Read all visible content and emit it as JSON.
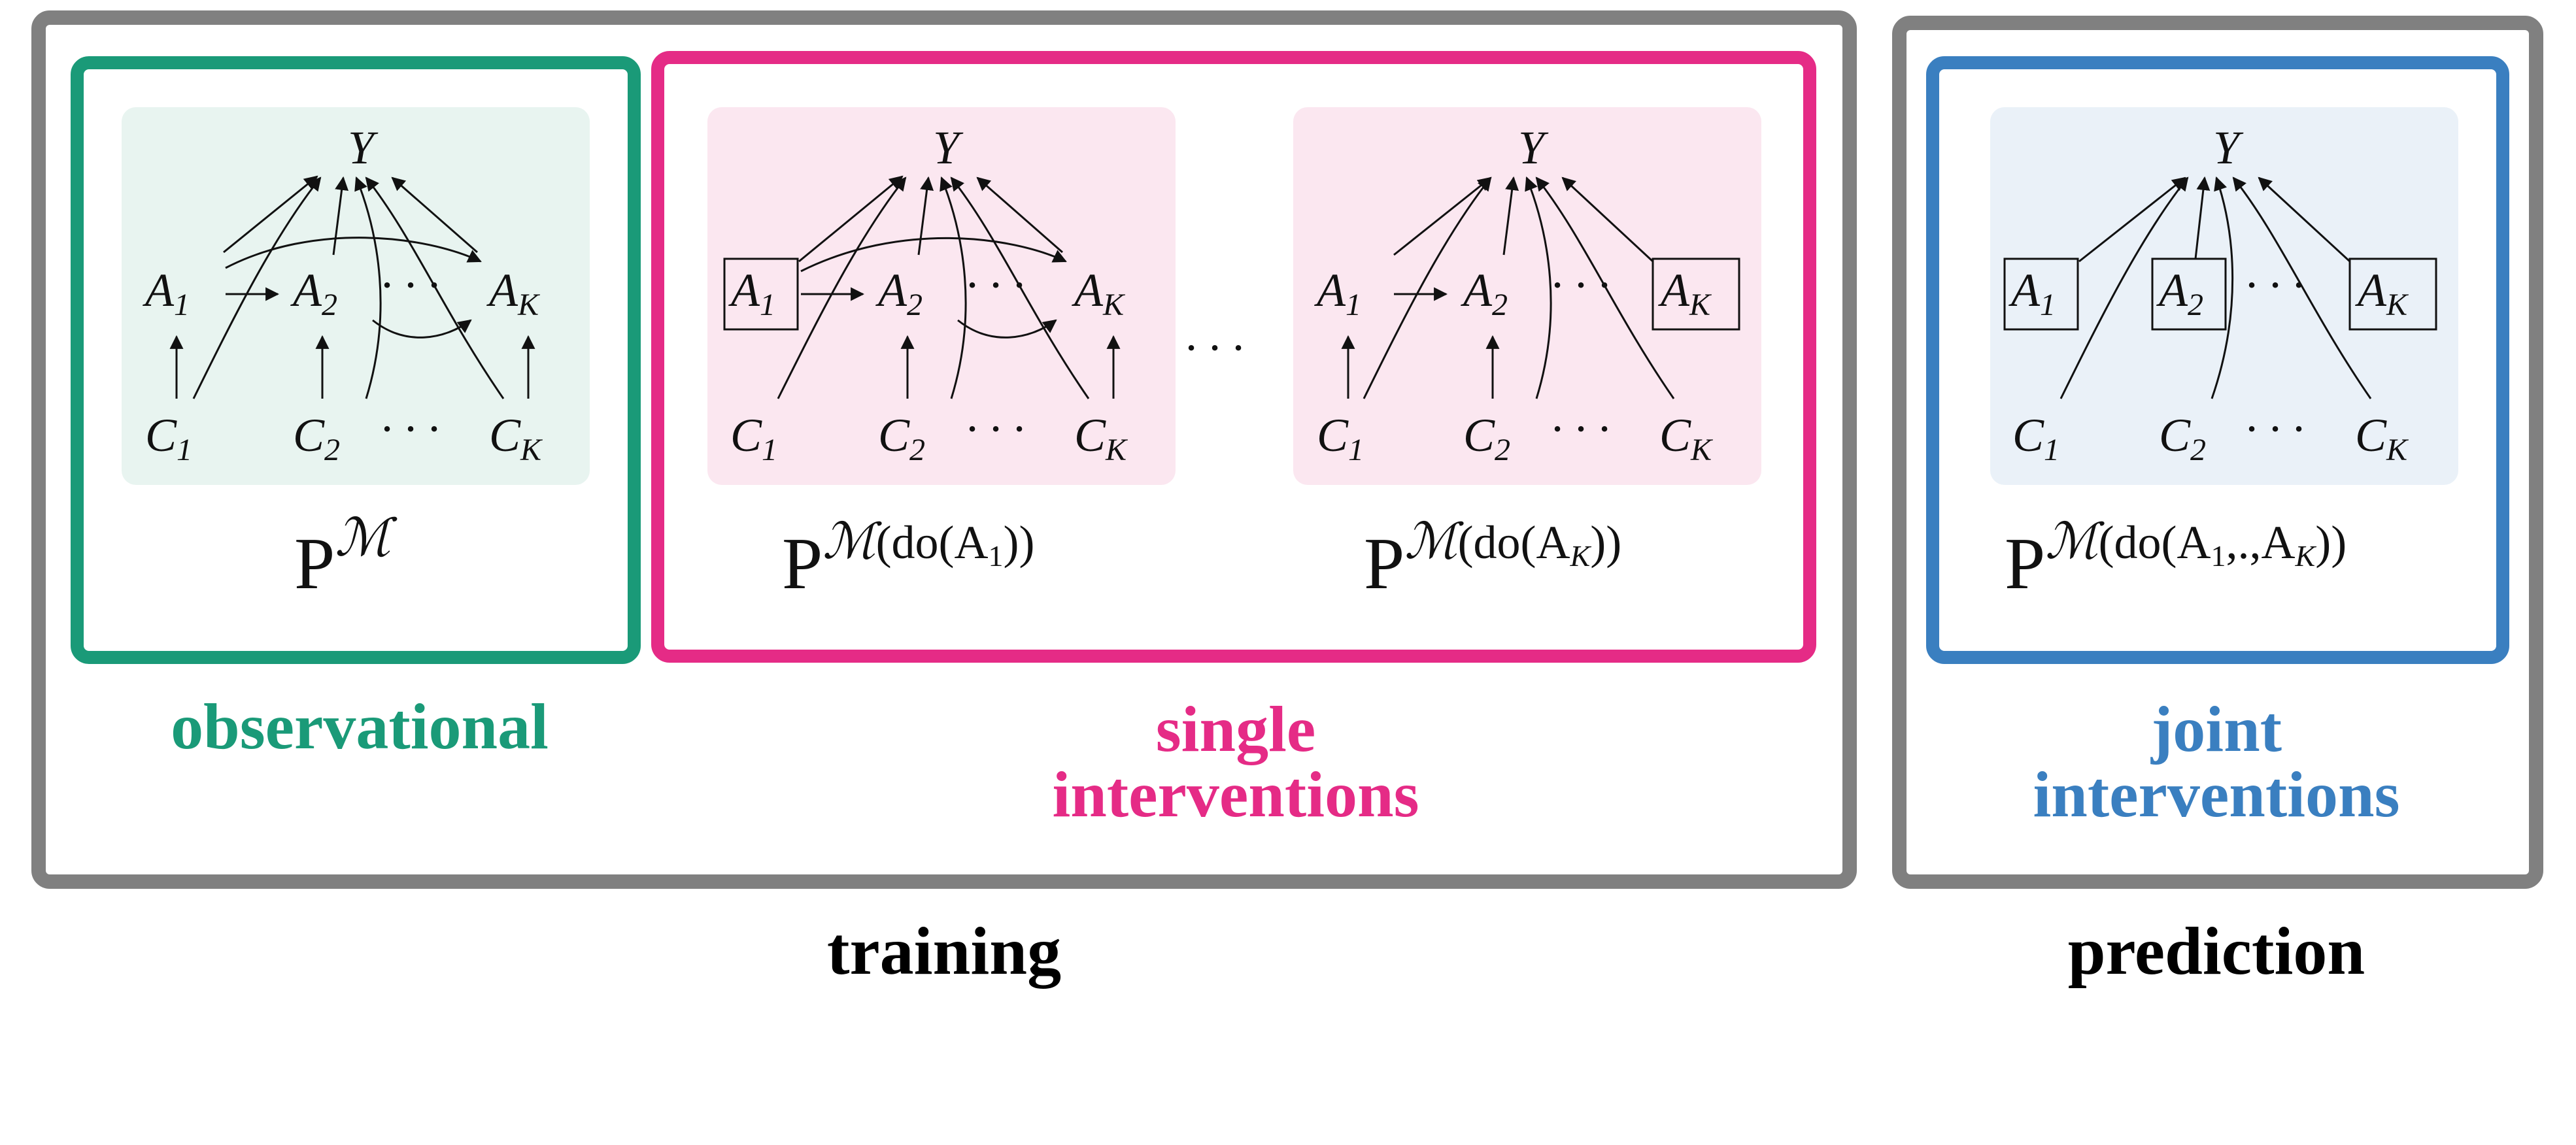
{
  "colors": {
    "observational": "#1a9a78",
    "single": "#e52b86",
    "joint": "#3a7fc0",
    "outer_frame": "#808080",
    "observational_bg": "#e8f4f0",
    "single_bg": "#fbe7f0",
    "joint_bg": "#eaf1f8"
  },
  "nodes": {
    "y": "Y",
    "a1": "A",
    "a2": "A",
    "ak": "A",
    "c1": "C",
    "c2": "C",
    "ck": "C",
    "sub1": "1",
    "sub2": "2",
    "subk": "K",
    "dots": "· · ·"
  },
  "distributions": {
    "base": "P",
    "model": "ℳ",
    "do1": "(do(A",
    "do1_sub": "1",
    "do1_close": "))",
    "dok": "(do(A",
    "dok_sub": "K",
    "dok_close": "))",
    "joint": "(do(A",
    "joint_sub1": "1",
    "joint_mid": ",.,A",
    "joint_subk": "K",
    "joint_close": "))"
  },
  "between_dots": "· · ·",
  "labels": {
    "observational": "observational",
    "single_line1": "single",
    "single_line2": "interventions",
    "joint_line1": "joint",
    "joint_line2": "interventions",
    "training": "training",
    "prediction": "prediction"
  }
}
